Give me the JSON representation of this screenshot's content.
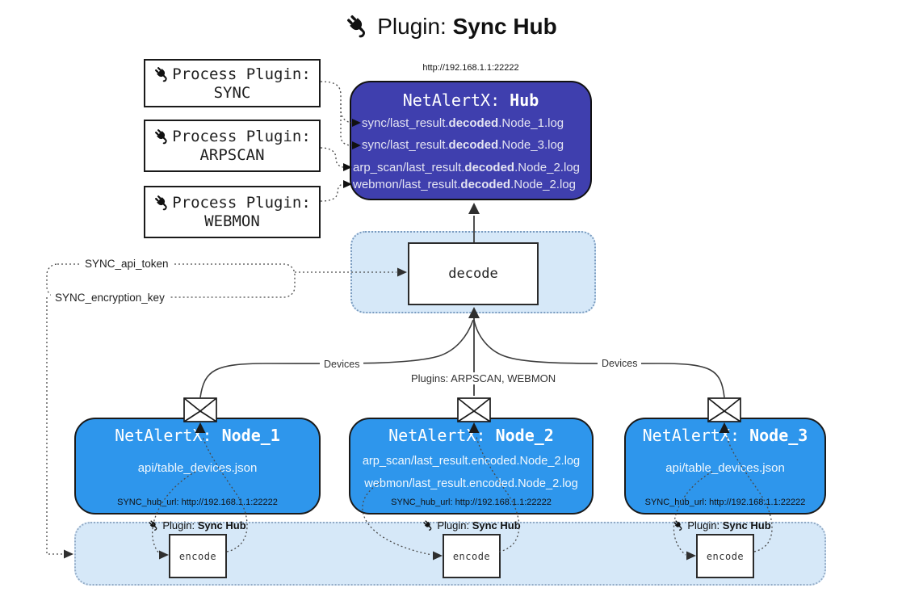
{
  "title": {
    "prefix": "Plugin: ",
    "bold": "Sync Hub"
  },
  "process_plugins": [
    {
      "label": "Process Plugin:",
      "name": "SYNC"
    },
    {
      "label": "Process Plugin:",
      "name": "ARPSCAN"
    },
    {
      "label": "Process Plugin:",
      "name": "WEBMON"
    }
  ],
  "hub": {
    "url": "http://192.168.1.1:22222",
    "title_prefix": "NetAlertX: ",
    "title_bold": "Hub",
    "logs": [
      {
        "pre": "sync/last_result.",
        "bold": "decoded",
        "post": ".Node_1.log"
      },
      {
        "pre": "sync/last_result.",
        "bold": "decoded",
        "post": ".Node_3.log"
      },
      {
        "pre": "arp_scan/last_result.",
        "bold": "decoded",
        "post": ".Node_2.log"
      },
      {
        "pre": "webmon/last_result.",
        "bold": "decoded",
        "post": ".Node_2.log"
      }
    ]
  },
  "decode_label": "decode",
  "secrets": {
    "api_token": "SYNC_api_token",
    "encryption_key": "SYNC_encryption_key"
  },
  "edge_labels": {
    "devices_left": "Devices",
    "plugins": "Plugins: ARPSCAN, WEBMON",
    "devices_right": "Devices"
  },
  "nodes": [
    {
      "title_prefix": "NetAlertX: ",
      "title_bold": "Node_1",
      "files": [
        "api/table_devices.json"
      ],
      "hub_url": "SYNC_hub_url: http://192.168.1.1:22222"
    },
    {
      "title_prefix": "NetAlertX: ",
      "title_bold": "Node_2",
      "files": [
        "arp_scan/last_result.encoded.Node_2.log",
        "webmon/last_result.encoded.Node_2.log"
      ],
      "hub_url": "SYNC_hub_url: http://192.168.1.1:22222"
    },
    {
      "title_prefix": "NetAlertX: ",
      "title_bold": "Node_3",
      "files": [
        "api/table_devices.json"
      ],
      "hub_url": "SYNC_hub_url: http://192.168.1.1:22222"
    }
  ],
  "encoders": [
    {
      "prefix": "Plugin: ",
      "bold": "Sync Hub",
      "box": "encode"
    },
    {
      "prefix": "Plugin: ",
      "bold": "Sync Hub",
      "box": "encode"
    },
    {
      "prefix": "Plugin: ",
      "bold": "Sync Hub",
      "box": "encode"
    }
  ],
  "colors": {
    "hub_fill": "#3f3fae",
    "node_fill": "#2e96ec",
    "panel_fill": "#d6e8f8",
    "line": "#404040"
  }
}
